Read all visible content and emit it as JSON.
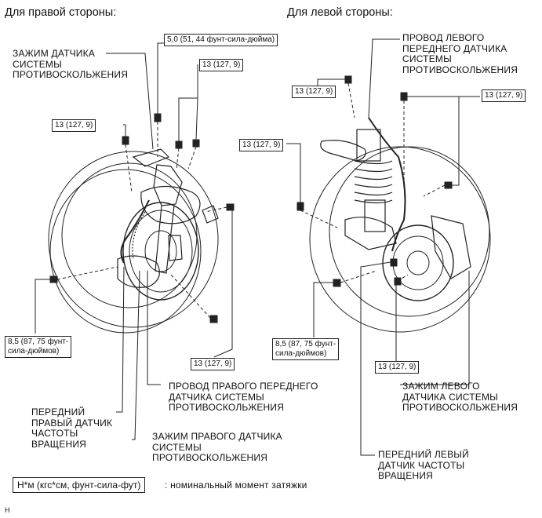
{
  "headers": {
    "right_side": "Для правой стороны:",
    "left_side": "Для левой стороны:"
  },
  "right": {
    "torque_top": "5,0 (51, 44 фунт-сила-дюйма)",
    "torque_13_a": "13 (127, 9)",
    "torque_13_b": "13 (127, 9)",
    "torque_13_c": "13 (127, 9)",
    "torque_85": "8,5 (87, 75 фунт-\nсила-дюймов)",
    "clamp_sensor": "ЗАЖИМ ДАТЧИКА\nСИСТЕМЫ\nПРОТИВОСКОЛЬЖЕНИЯ",
    "wire_right_front": "ПРОВОД ПРАВОГО ПЕРЕДНЕГО\nДАТЧИКА СИСТЕМЫ\nПРОТИВОСКОЛЬЖЕНИЯ",
    "front_right_speed_sensor": "ПЕРЕДНИЙ\nПРАВЫЙ ДАТЧИК\nЧАСТОТЫ\nВРАЩЕНИЯ",
    "clamp_right_sensor": "ЗАЖИМ ПРАВОГО ДАТЧИКА\nСИСТЕМЫ\nПРОТИВОСКОЛЬЖЕНИЯ"
  },
  "left": {
    "wire_left_front": "ПРОВОД ЛЕВОГО\nПЕРЕДНЕГО ДАТЧИКА\nСИСТЕМЫ\nПРОТИВОСКОЛЬЖЕНИЯ",
    "torque_13_a": "13 (127, 9)",
    "torque_13_b": "13 (127, 9)",
    "torque_13_c": "13 (127, 9)",
    "torque_13_d": "13 (127, 9)",
    "torque_85": "8,5 (87, 75 фунт-\nсила-дюймов)",
    "clamp_left_sensor": "ЗАЖИМ ЛЕВОГО\nДАТЧИКА СИСТЕМЫ\nПРОТИВОСКОЛЬЖЕНИЯ",
    "front_left_speed_sensor": "ПЕРЕДНИЙ ЛЕВЫЙ\nДАТЧИК ЧАСТОТЫ\nВРАЩЕНИЯ"
  },
  "legend": {
    "unit_box": "Н*м (кгс*см, фунт-сила-фут)",
    "description": ": номинальный момент затяжки"
  },
  "footer_mark": "H"
}
